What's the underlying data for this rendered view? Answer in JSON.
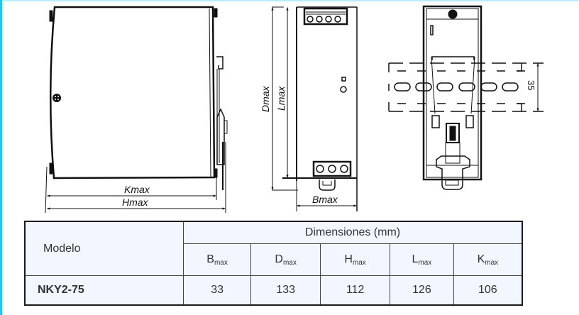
{
  "drawing": {
    "side_view": {
      "labels": {
        "k": "Kmax",
        "h": "Hmax"
      }
    },
    "front_view": {
      "labels": {
        "d": "Dmax",
        "l": "Lmax",
        "b": "Bmax"
      }
    },
    "rail_view": {
      "labels": {
        "rail_height": "35"
      }
    }
  },
  "table": {
    "header": {
      "model": "Modelo",
      "dimensions": "Dimensiones (mm)",
      "columns": [
        {
          "base": "B",
          "sub": "max"
        },
        {
          "base": "D",
          "sub": "max"
        },
        {
          "base": "H",
          "sub": "max"
        },
        {
          "base": "L",
          "sub": "max"
        },
        {
          "base": "K",
          "sub": "max"
        }
      ]
    },
    "rows": [
      {
        "model": "NKY2-75",
        "values": [
          "33",
          "133",
          "112",
          "126",
          "106"
        ]
      }
    ]
  },
  "colors": {
    "accent_border": "#1ec8f5",
    "table_bg": "#f2f6fe"
  }
}
